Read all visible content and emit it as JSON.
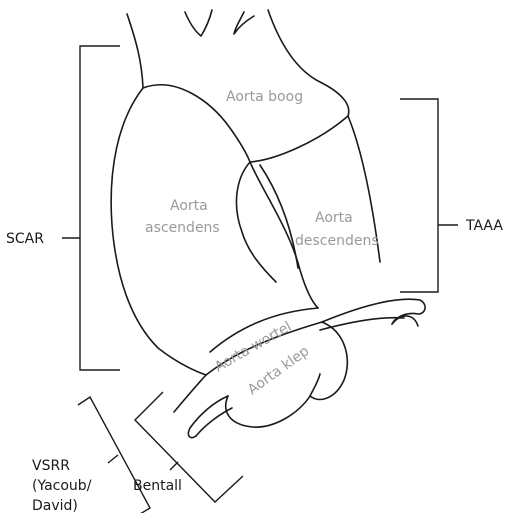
{
  "regions": {
    "arch": "Aorta boog",
    "ascending_line1": "Aorta",
    "ascending_line2": "ascendens",
    "descending_line1": "Aorta",
    "descending_line2": "descendens",
    "root": "Aorta wortel",
    "valve": "Aorta klep"
  },
  "procedures": {
    "scar": "SCAR",
    "taaa": "TAAA",
    "bentall": "Bentall",
    "vsrr_line1": "VSRR",
    "vsrr_line2": "(Yacoub/",
    "vsrr_line3": "David)"
  },
  "colors": {
    "outline": "#1a1a1a",
    "region_text": "#9a9a9a",
    "procedure_text": "#1a1a1a"
  }
}
